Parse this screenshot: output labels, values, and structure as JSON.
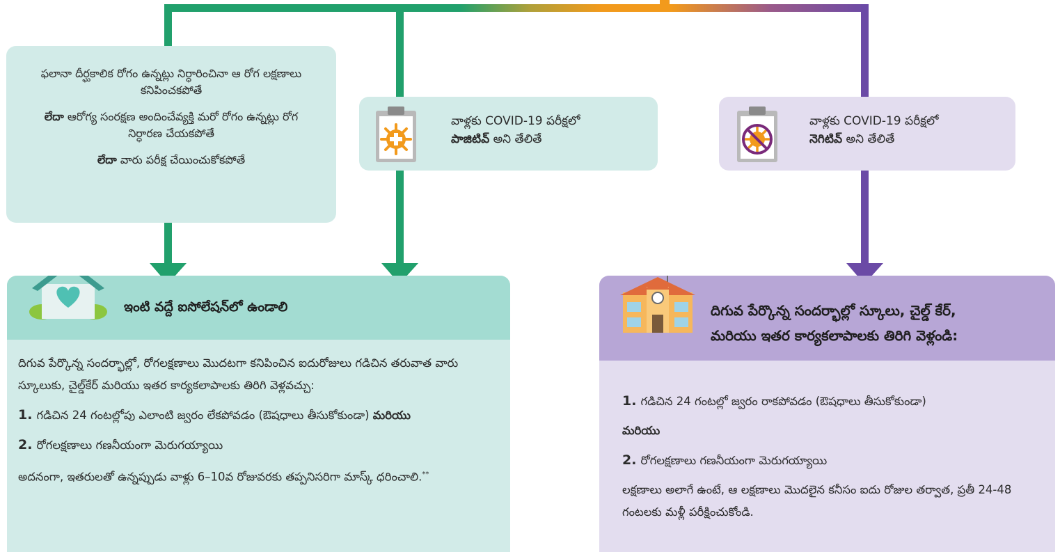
{
  "condition_box": {
    "line1": "ఫలానా దీర్ఘకాలిక రోగం ఉన్నట్లు నిర్ధారించినా ఆ రోగ లక్షణాలు కనిపించకపోతే",
    "line2_bold": "లేదా",
    "line2": " ఆరోగ్య సంరక్షణ అందించేవ్యక్తి మరో రోగం ఉన్నట్లు రోగ నిర్ధారణ చేయకపోతే",
    "line3_bold": "లేదా",
    "line3": " వారు పరీక్ష చేయించుకోకపోతే"
  },
  "positive_box": {
    "line1": "వాళ్లకు COVID-19 పరీక్షలో",
    "bold": "పాజిటివ్",
    "rest": " అని తేలితే"
  },
  "negative_box": {
    "line1": "వాళ్లకు COVID-19 పరీక్షలో",
    "bold": "నెగిటివ్",
    "rest": " అని తేలితే"
  },
  "isolation_panel": {
    "title": "ఇంటి వద్దే ఐసోలేషన్‌లో ఉండాలి",
    "intro": "దిగువ పేర్కొన్న సందర్భాల్లో, రోగలక్షణాలు మొదటగా కనిపించిన ఐదురోజులు గడిచిన తరువాత వారు స్కూలుకు, చైల్డ్‌కేర్ మరియు ఇతర కార్యకలాపాలకు తిరిగి వెళ్లవచ్చు:",
    "item1_num": "1.",
    "item1": "గడిచిన 24 గంటల్లోపు ఎలాంటి జ్వరం లేకపోవడం (ఔషధాలు తీసుకోకుండా) ",
    "item1_bold": "మరియు",
    "item2_num": "2.",
    "item2": "రోగలక్షణాలు గణనీయంగా మెరుగయ్యాయి",
    "note": "అదనంగా, ఇతరులతో ఉన్నప్పుడు వాళ్లు 6–10వ రోజువరకు తప్పనిసరిగా మాస్క్ ధరించాలి.",
    "note_sup": "**"
  },
  "return_panel": {
    "title_line1": "దిగువ పేర్కొన్న సందర్భాల్లో స్కూలు, చైల్డ్ కేర్,",
    "title_line2": "మరియు ఇతర కార్యకలాపాలకు తిరిగి వెళ్లండి:",
    "item1_num": "1.",
    "item1": "గడిచిన 24 గంటల్లో జ్వరం రాకపోవడం (ఔషధాలు తీసుకోకుండా)",
    "and": "మరియు",
    "item2_num": "2.",
    "item2": "రోగలక్షణాలు గణనీయంగా మెరుగయ్యాయి",
    "note": "లక్షణాలు అలాగే ఉంటే, ఆ లక్షణాలు మొదలైన కనీసం ఐదు రోజుల తర్వాత, ప్రతీ 24-48 గంటలకు మళ్లీ పరీక్షించుకోండి."
  },
  "colors": {
    "green_line": "#21a06c",
    "purple_line": "#6b4aa6",
    "orange_accent": "#f29a1c",
    "light_teal_box": "#d2ebe8",
    "teal_header": "#a3dcd2",
    "light_purple_box": "#e3ddef",
    "purple_header": "#b7a6d6"
  },
  "icons": [
    "clipboard-virus-icon",
    "clipboard-virus-crossed-icon",
    "house-heart-icon",
    "school-building-icon"
  ]
}
